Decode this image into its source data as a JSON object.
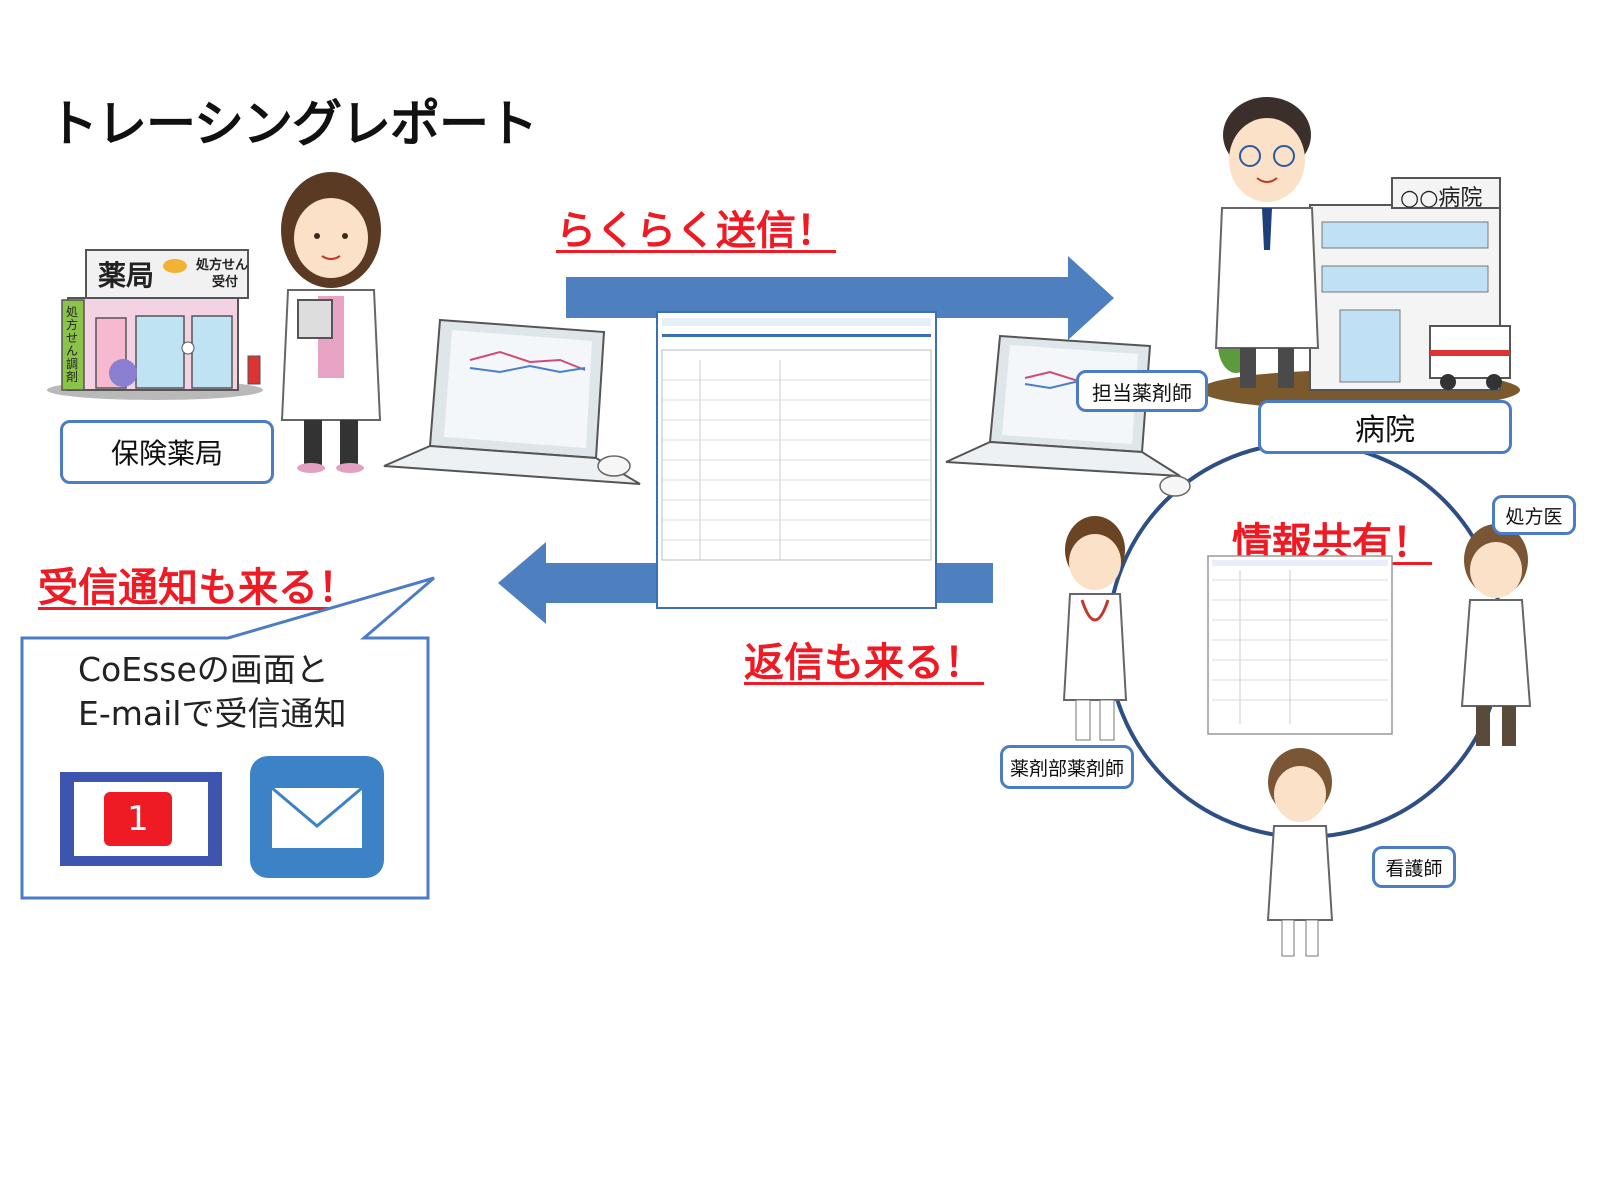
{
  "title": "トレーシングレポート",
  "headings": {
    "send": "らくらく送信！",
    "reply": "返信も来る！",
    "notify": "受信通知も来る！",
    "share": "情報共有！"
  },
  "labels": {
    "pharmacy": "保険薬局",
    "hospital": "病院",
    "assigned_pharmacist": "担当薬剤師",
    "prescriber": "処方医",
    "dept_pharmacist": "薬剤部薬剤師",
    "nurse": "看護師"
  },
  "pharmacy_sign": {
    "main": "薬局",
    "sub_line1": "処方せん",
    "sub_line2": "受付",
    "side": "処方せん調剤"
  },
  "hospital_sign": "○○病院",
  "callout": {
    "line1": "CoEsseの画面と",
    "line2": "E-mailで受信通知"
  },
  "badge_count": "1",
  "icons": [
    "pharmacist-icon",
    "pharmacy-building-icon",
    "laptop-icon",
    "doctor-icon",
    "hospital-building-icon",
    "nurse-icon",
    "mail-icon",
    "notification-badge-icon"
  ],
  "colors": {
    "accent_red": "#ee1b24",
    "arrow_blue": "#4e7fbf",
    "box_border": "#4d7cc7",
    "circle": "#2e4e86",
    "mail_bg": "#3b82c6"
  }
}
